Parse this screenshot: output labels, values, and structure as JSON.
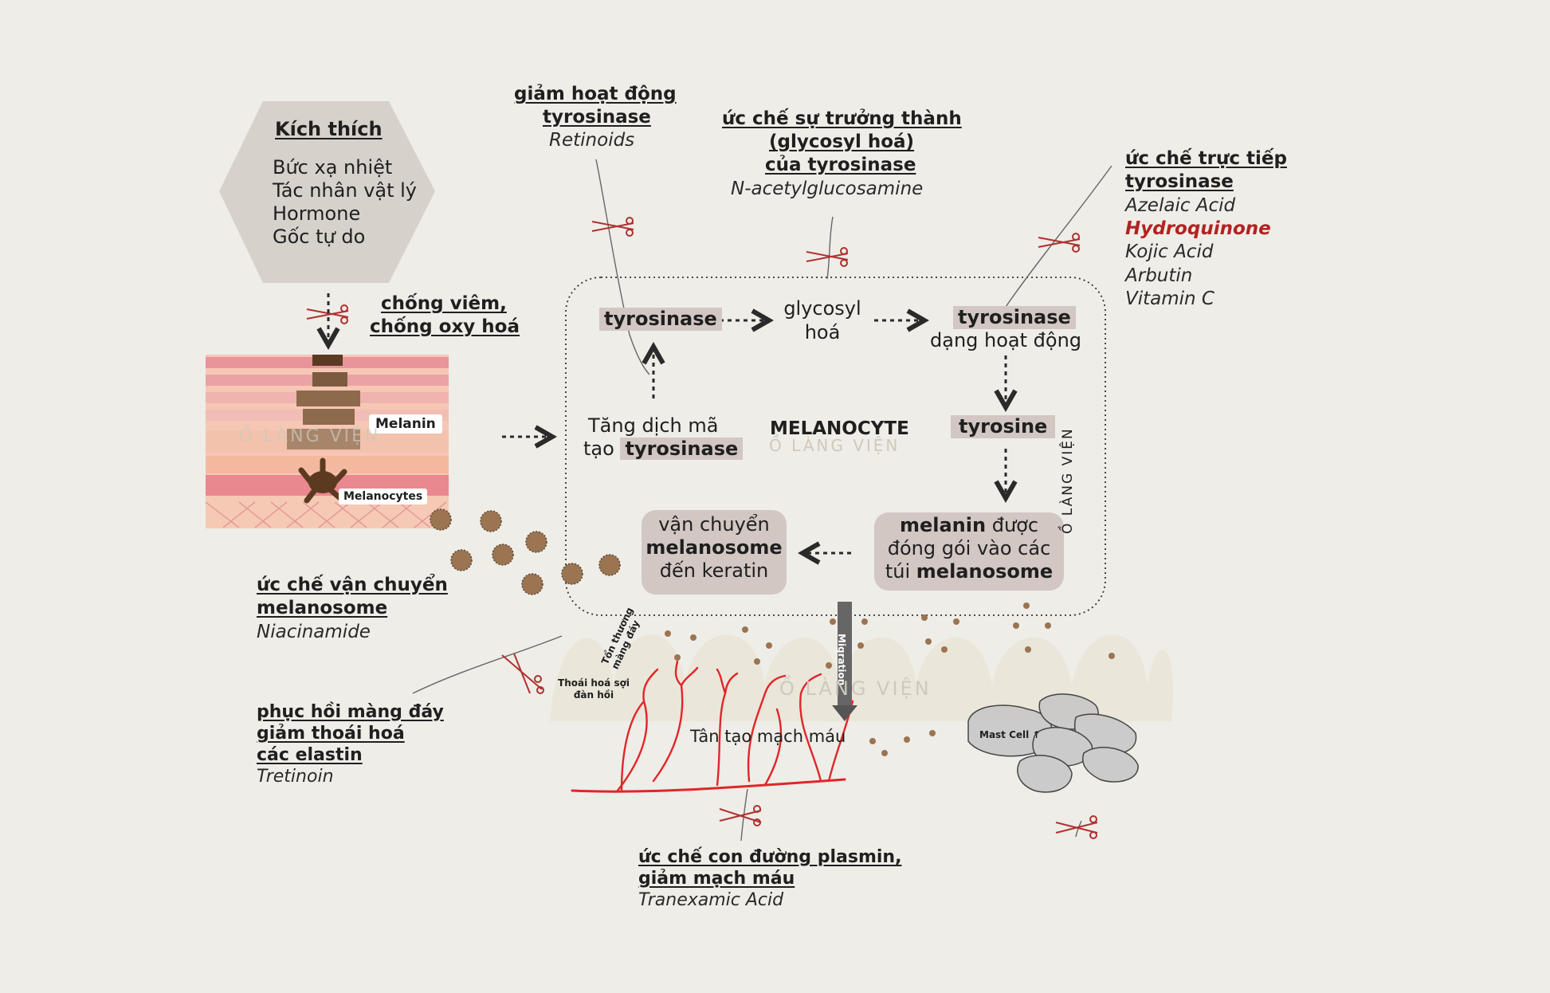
{
  "hexagon": {
    "title": "Kích thích",
    "items": [
      "Bức xạ nhiệt",
      "Tác nhân vật lý",
      "Hormone",
      "Gốc tự do"
    ]
  },
  "anti_inflammation": {
    "line1": "chống viêm,",
    "line2": "chống oxy hoá"
  },
  "skin": {
    "melanin_label": "Melanin",
    "melanocytes_label": "Melanocytes"
  },
  "retinoids": {
    "line1": "giảm hoạt động",
    "line2": "tyrosinase",
    "agent": "Retinoids"
  },
  "glycosylation": {
    "line1": "ức chế sự trưởng thành",
    "line2": "(glycosyl hoá)",
    "line3": "của tyrosinase",
    "agent": "N-acetylglucosamine"
  },
  "direct_inhibit": {
    "line1": "ức chế trực tiếp",
    "line2": "tyrosinase",
    "agents": [
      "Azelaic Acid",
      "Hydroquinone",
      "Kojic Acid",
      "Arbutin",
      "Vitamin C"
    ],
    "highlight_color": "#b22222"
  },
  "melanocyte": {
    "title": "MELANOCYTE",
    "tyrosinase": "tyrosinase",
    "glycosyl_line1": "glycosyl",
    "glycosyl_line2": "hoá",
    "active_tyrosinase": "tyrosinase",
    "active_label": "dạng hoạt động",
    "tyrosine": "tyrosine",
    "transcription_line1": "Tăng dịch mã",
    "transcription_prefix": "tạo",
    "transcription_word": "tyrosinase",
    "transport_line1": "vận chuyển",
    "transport_word": "melanosome",
    "transport_line3": "đến keratin",
    "pack_word1": "melanin",
    "pack_rest1": " được",
    "pack_line2": "đóng gói vào các",
    "pack_prefix3": "túi ",
    "pack_word3": "melanosome"
  },
  "niacinamide": {
    "line1": "ức chế vận chuyển",
    "line2": "melanosome",
    "agent": "Niacinamide"
  },
  "tretinoin": {
    "line1": "phục hồi màng đáy",
    "line2": "giảm thoái hoá",
    "line3": "các elastin",
    "agent": "Tretinoin"
  },
  "tranexamic": {
    "line1": "ức chế con đường plasmin,",
    "line2": "giảm mạch máu",
    "agent": "Tranexamic Acid"
  },
  "dermis": {
    "basement_damage_1": "Tổn thương",
    "basement_damage_2": "màng đáy",
    "elastin_1": "Thoái hoá sợi",
    "elastin_2": "đàn hồi",
    "angiogenesis": "Tân tạo mạch máu",
    "migration": "Migration",
    "mast_cell": "Mast Cell ↑"
  },
  "watermark": "Ồ LÀNG VIỆN",
  "colors": {
    "background": "#efede7",
    "tag": "#d2c7c3",
    "vessel": "#e0262a",
    "dot": "#9b7452"
  }
}
